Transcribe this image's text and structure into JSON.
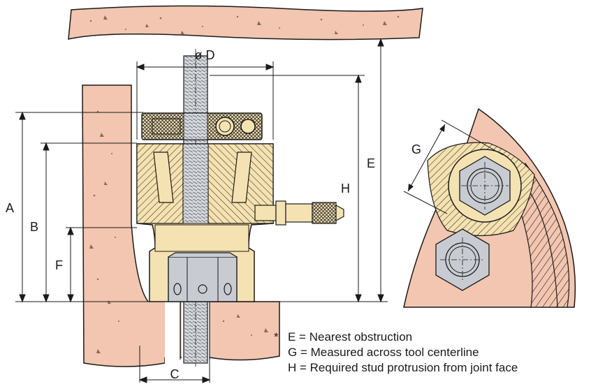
{
  "labels": {
    "A": "A",
    "B": "B",
    "C": "C",
    "D": "ø D",
    "E": "E",
    "F": "F",
    "G": "G",
    "H": "H"
  },
  "notes": {
    "asterisk": "*",
    "e": "E = Nearest obstruction",
    "g": "G = Measured across tool centerline",
    "h": "H = Required stud protrusion from joint face"
  },
  "colors": {
    "concrete": "#f2c6b0",
    "tool_body": "#f5e2b2",
    "nut": "#c8ccd2",
    "line": "#1a1a1a"
  }
}
